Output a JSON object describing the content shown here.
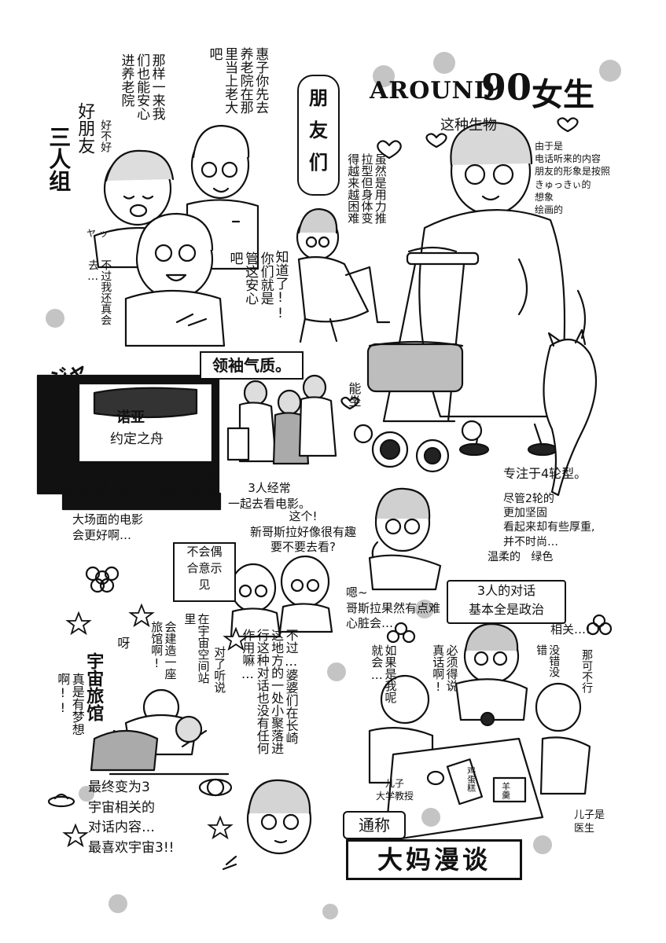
{
  "header": {
    "title_latin": "AROUND",
    "title_num": "90",
    "title_han": "女生",
    "subtitle": "这种生物",
    "note": "由于是\n电话听来的内容\n朋友的形象是按照\nきゅっきぃ的\n想象\n绘画的"
  },
  "vertical_banner": {
    "line1": "朋",
    "line2": "友",
    "line3": "们"
  },
  "top_left": {
    "label": "好朋友",
    "group": "三人组",
    "dialogue_a": "那样一来我们也能安心进养老院",
    "dialogue_b": "好不好",
    "dialogue_c": "惠子你先去养老院在那里当上老大吧",
    "exclaim": "不过我还真会去…",
    "reply": "你们就是管这安心吧",
    "know": "知道了!!",
    "sweat": "ヤ ッ"
  },
  "walker_caption": "虽然是用力推拉型但身体变得越来越困难",
  "leader_box": "领袖气质。",
  "movie": {
    "sfx": "ジャ",
    "screen_title_a": "诺亚",
    "screen_title_b": "约定之舟",
    "caption_big": "大场面的电影\n会更好啊…",
    "caption_go": "3人经常\n一起去看电影。",
    "can_sit": "能坐"
  },
  "walker_notes": {
    "focus": "专注于4轮型。",
    "desc": "尽管2轮的\n更加坚固\n看起来却有些厚重,\n并不时尚…",
    "color": "温柔的   绿色"
  },
  "phone": {
    "bubble": "这个!\n新哥斯拉好像很有趣\n要不要去看?",
    "box": "不会偶\n合意示\n见",
    "reply": "嗯~\n哥斯拉果然有点难\n心脏会…"
  },
  "politics": {
    "box": "3人的对话\n基本全是政治",
    "tail": "相关…!",
    "right_a": "没错没错",
    "right_b": "那可不行",
    "son_doctor": "儿子是\n医生",
    "son_student": "儿子\n大学教授",
    "real": "必须得说真话啊!",
    "if": "如果是我呢就会…",
    "aside": "不过…婆婆们在长崎这地方的一处小聚落进行这种对话也没有任何作用嘛…"
  },
  "space": {
    "hotel": "宇宙旅馆",
    "ya": "呀",
    "dream": "真是有梦想啊!!",
    "build": "会建造一座旅馆啊!",
    "station": "在宇宙空间站里",
    "heard": "对了听说",
    "final": "最终变为3\n宇宙相关的\n对话内容…\n最喜欢宇宙3!!",
    "nickname_small": "通称",
    "nickname_big": "大妈漫谈"
  },
  "ingredients": [
    "鸡蛋糕",
    "羊羹"
  ]
}
